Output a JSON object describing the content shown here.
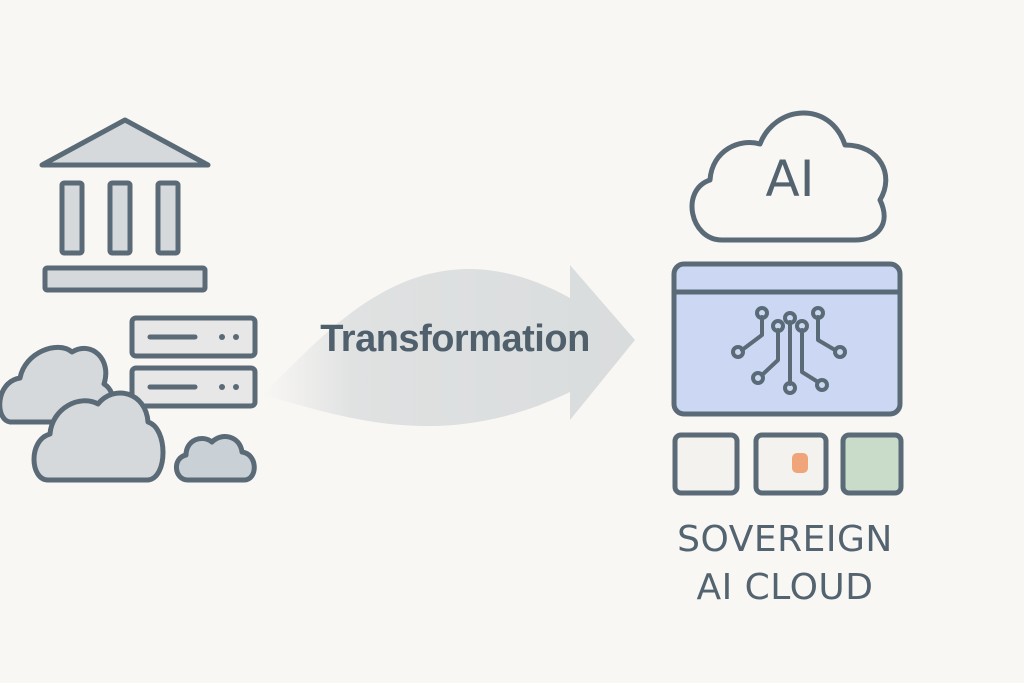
{
  "arrow": {
    "label": "Transformation"
  },
  "target": {
    "cloud_label": "AI",
    "title_line1": "SOVEREIGN",
    "title_line2": "AI CLOUD"
  },
  "colors": {
    "background": "#f9f7f4",
    "stroke": "#5a6a76",
    "panel_fill": "#ccd8f3",
    "cloud_fill": "#d5d9dc",
    "accent_orange": "#f0a47a",
    "accent_green": "#c9dbc9"
  }
}
